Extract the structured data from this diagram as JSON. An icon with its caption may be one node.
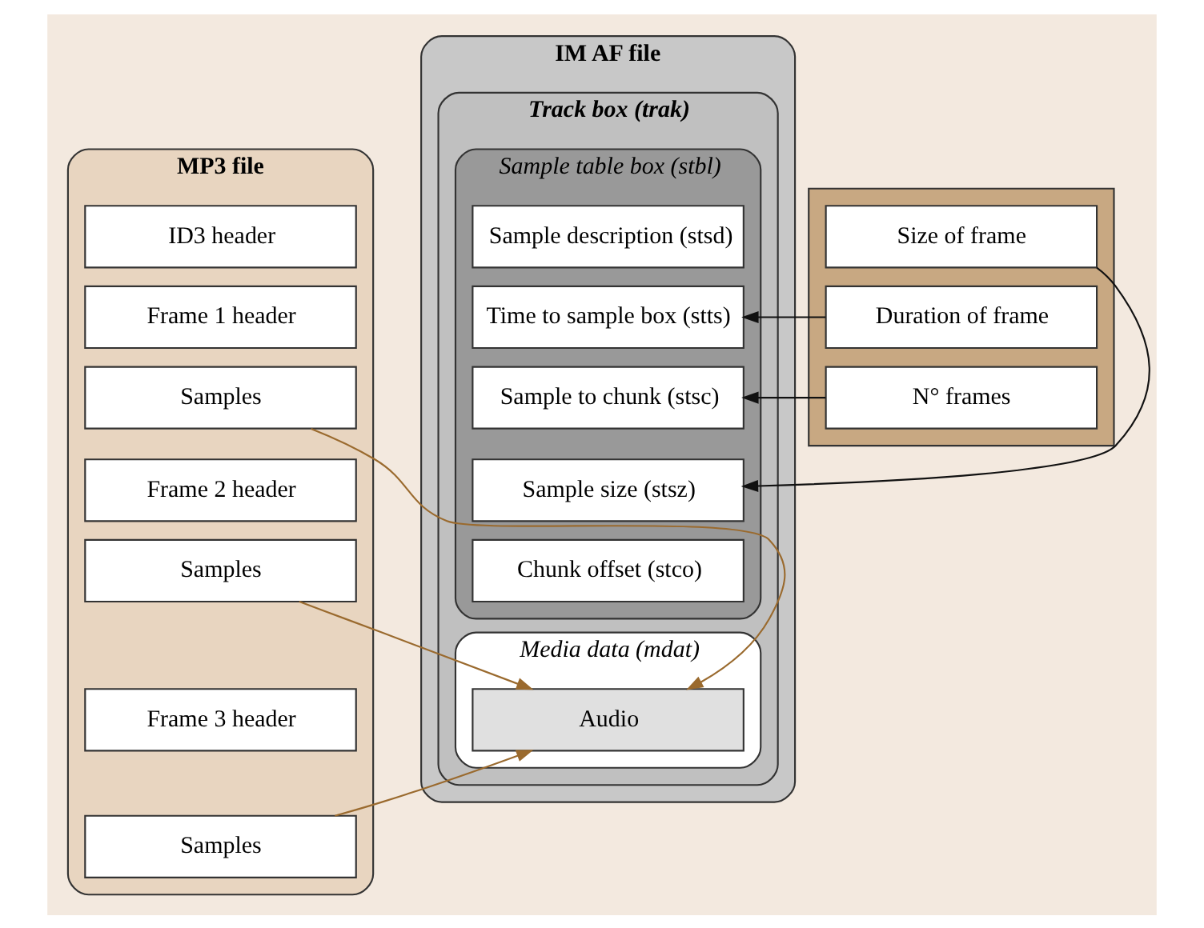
{
  "diagram": {
    "nodes": [
      {
        "text": [
          "MP3 file"
        ]
      },
      {
        "text": [
          "ID3 header"
        ],
        "in": 0
      },
      {
        "text": [
          "Frame 1 header"
        ],
        "in": 0
      },
      {
        "text": [
          "Samples"
        ],
        "in": 0
      },
      {
        "text": [
          "Frame 2 header"
        ],
        "in": 0
      },
      {
        "text": [
          "Samples"
        ],
        "in": 0
      },
      {
        "text": [
          "Frame 3 header"
        ],
        "in": 0
      },
      {
        "text": [
          "Samples"
        ],
        "in": 0
      },
      {
        "text": [],
        "shape": "box"
      },
      {
        "text": [
          "Size of frame"
        ],
        "in": 8
      },
      {
        "text": [
          "Duration of frame"
        ],
        "in": 8
      },
      {
        "text": [
          "N° frames"
        ],
        "in": 8
      },
      {
        "text": [
          "IM AF file"
        ]
      },
      {
        "text": [
          "Track box (trak)"
        ],
        "in": 12
      },
      {
        "text": [
          "Sample table box (stbl)"
        ],
        "in": 13
      },
      {
        "text": [
          "Sample description (stsd)"
        ],
        "in": 14
      },
      {
        "text": [
          "Time to sample box (stts)"
        ],
        "in": 14
      },
      {
        "text": [
          "Sample to chunk (stsc)"
        ],
        "in": 14
      },
      {
        "text": [
          "Sample size (stsz)"
        ],
        "in": 14
      },
      {
        "text": [
          "Chunk offset (stco)"
        ],
        "in": 14
      },
      {
        "text": [
          "Media data (mdat)"
        ],
        "in": 13
      },
      {
        "text": [
          "Audio"
        ],
        "in": 20
      }
    ],
    "edges": [
      {
        "from": 9,
        "to": 18,
        "arrow": "to"
      },
      {
        "from": 10,
        "to": 16,
        "arrow": "to"
      },
      {
        "from": 11,
        "to": 17,
        "arrow": "to"
      },
      {
        "from": 3,
        "to": 21,
        "arrow": "to",
        "color": "#9a6a2e"
      },
      {
        "from": 5,
        "to": 21,
        "arrow": "to",
        "color": "#9a6a2e"
      },
      {
        "from": 7,
        "to": 21,
        "arrow": "to",
        "color": "#9a6a2e"
      }
    ]
  }
}
